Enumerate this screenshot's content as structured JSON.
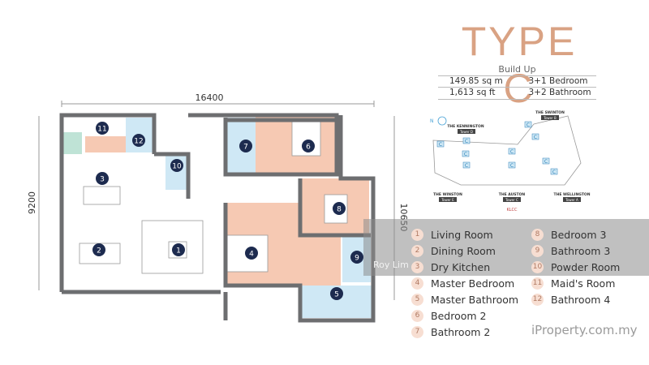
{
  "title": "TYPE C",
  "build_up": {
    "label": "Build Up",
    "rows": [
      [
        "149.85 sq m",
        "3+1 Bedroom"
      ],
      [
        "1,613 sq ft",
        "3+2 Bathroom"
      ]
    ]
  },
  "dimensions": {
    "width": "16400",
    "height_left": "9200",
    "height_right": "10650"
  },
  "site_plan": {
    "compass": "N",
    "towers": [
      {
        "name": "THE KENNINGTON",
        "tower": "Tower D"
      },
      {
        "name": "THE SWINTON",
        "tower": "Tower B"
      },
      {
        "name": "THE WINSTON",
        "tower": "Tower E"
      },
      {
        "name": "THE AUSTON",
        "tower": "Tower C"
      },
      {
        "name": "THE WELLINGTON",
        "tower": "Tower A"
      }
    ],
    "marker": "KLCC",
    "unit_label": "C"
  },
  "legend": [
    {
      "n": "1",
      "label": "Living Room"
    },
    {
      "n": "2",
      "label": "Dining Room"
    },
    {
      "n": "3",
      "label": "Dry Kitchen"
    },
    {
      "n": "4",
      "label": "Master Bedroom"
    },
    {
      "n": "5",
      "label": "Master Bathroom"
    },
    {
      "n": "6",
      "label": "Bedroom 2"
    },
    {
      "n": "7",
      "label": "Bathroom 2"
    },
    {
      "n": "8",
      "label": "Bedroom 3"
    },
    {
      "n": "9",
      "label": "Bathroom 3"
    },
    {
      "n": "10",
      "label": "Powder Room"
    },
    {
      "n": "11",
      "label": "Maid's Room"
    },
    {
      "n": "12",
      "label": "Bathroom 4"
    }
  ],
  "watermark": {
    "site": "iProperty.com.my",
    "agent": "Roy Lim"
  },
  "colors": {
    "title": "#d9a283",
    "bedroom": "#f6c9b3",
    "bathroom": "#cfe8f5",
    "marker": "#1d2b4f",
    "wall": "#6d6e70"
  }
}
